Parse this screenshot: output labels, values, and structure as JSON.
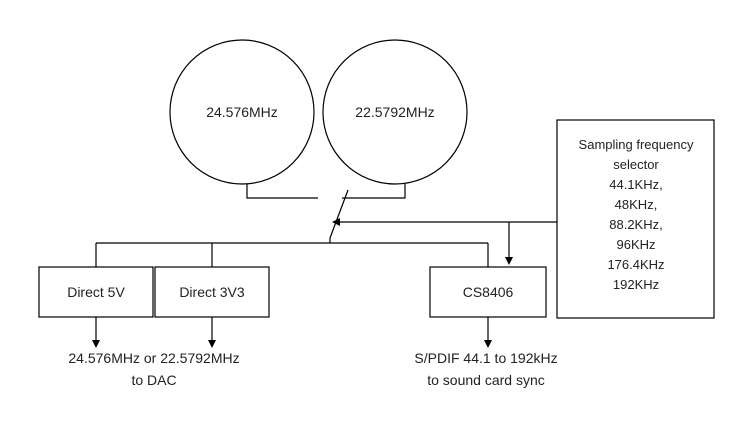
{
  "oscillators": {
    "osc1_label": "24.576MHz",
    "osc2_label": "22.5792MHz"
  },
  "selector": {
    "lines": [
      "Sampling frequency",
      "selector",
      "44.1KHz,",
      "48KHz,",
      "88.2KHz,",
      "96KHz",
      "176.4KHz",
      "192KHz"
    ]
  },
  "blocks": {
    "direct5v": "Direct 5V",
    "direct3v3": "Direct 3V3",
    "cs8406": "CS8406"
  },
  "outputs": {
    "dac_line1": "24.576MHz or 22.5792MHz",
    "dac_line2": "to DAC",
    "spdif_line1": "S/PDIF 44.1 to 192kHz",
    "spdif_line2": "to sound card sync"
  },
  "colors": {
    "stroke": "#000000",
    "text": "#222222",
    "background": "#ffffff"
  }
}
